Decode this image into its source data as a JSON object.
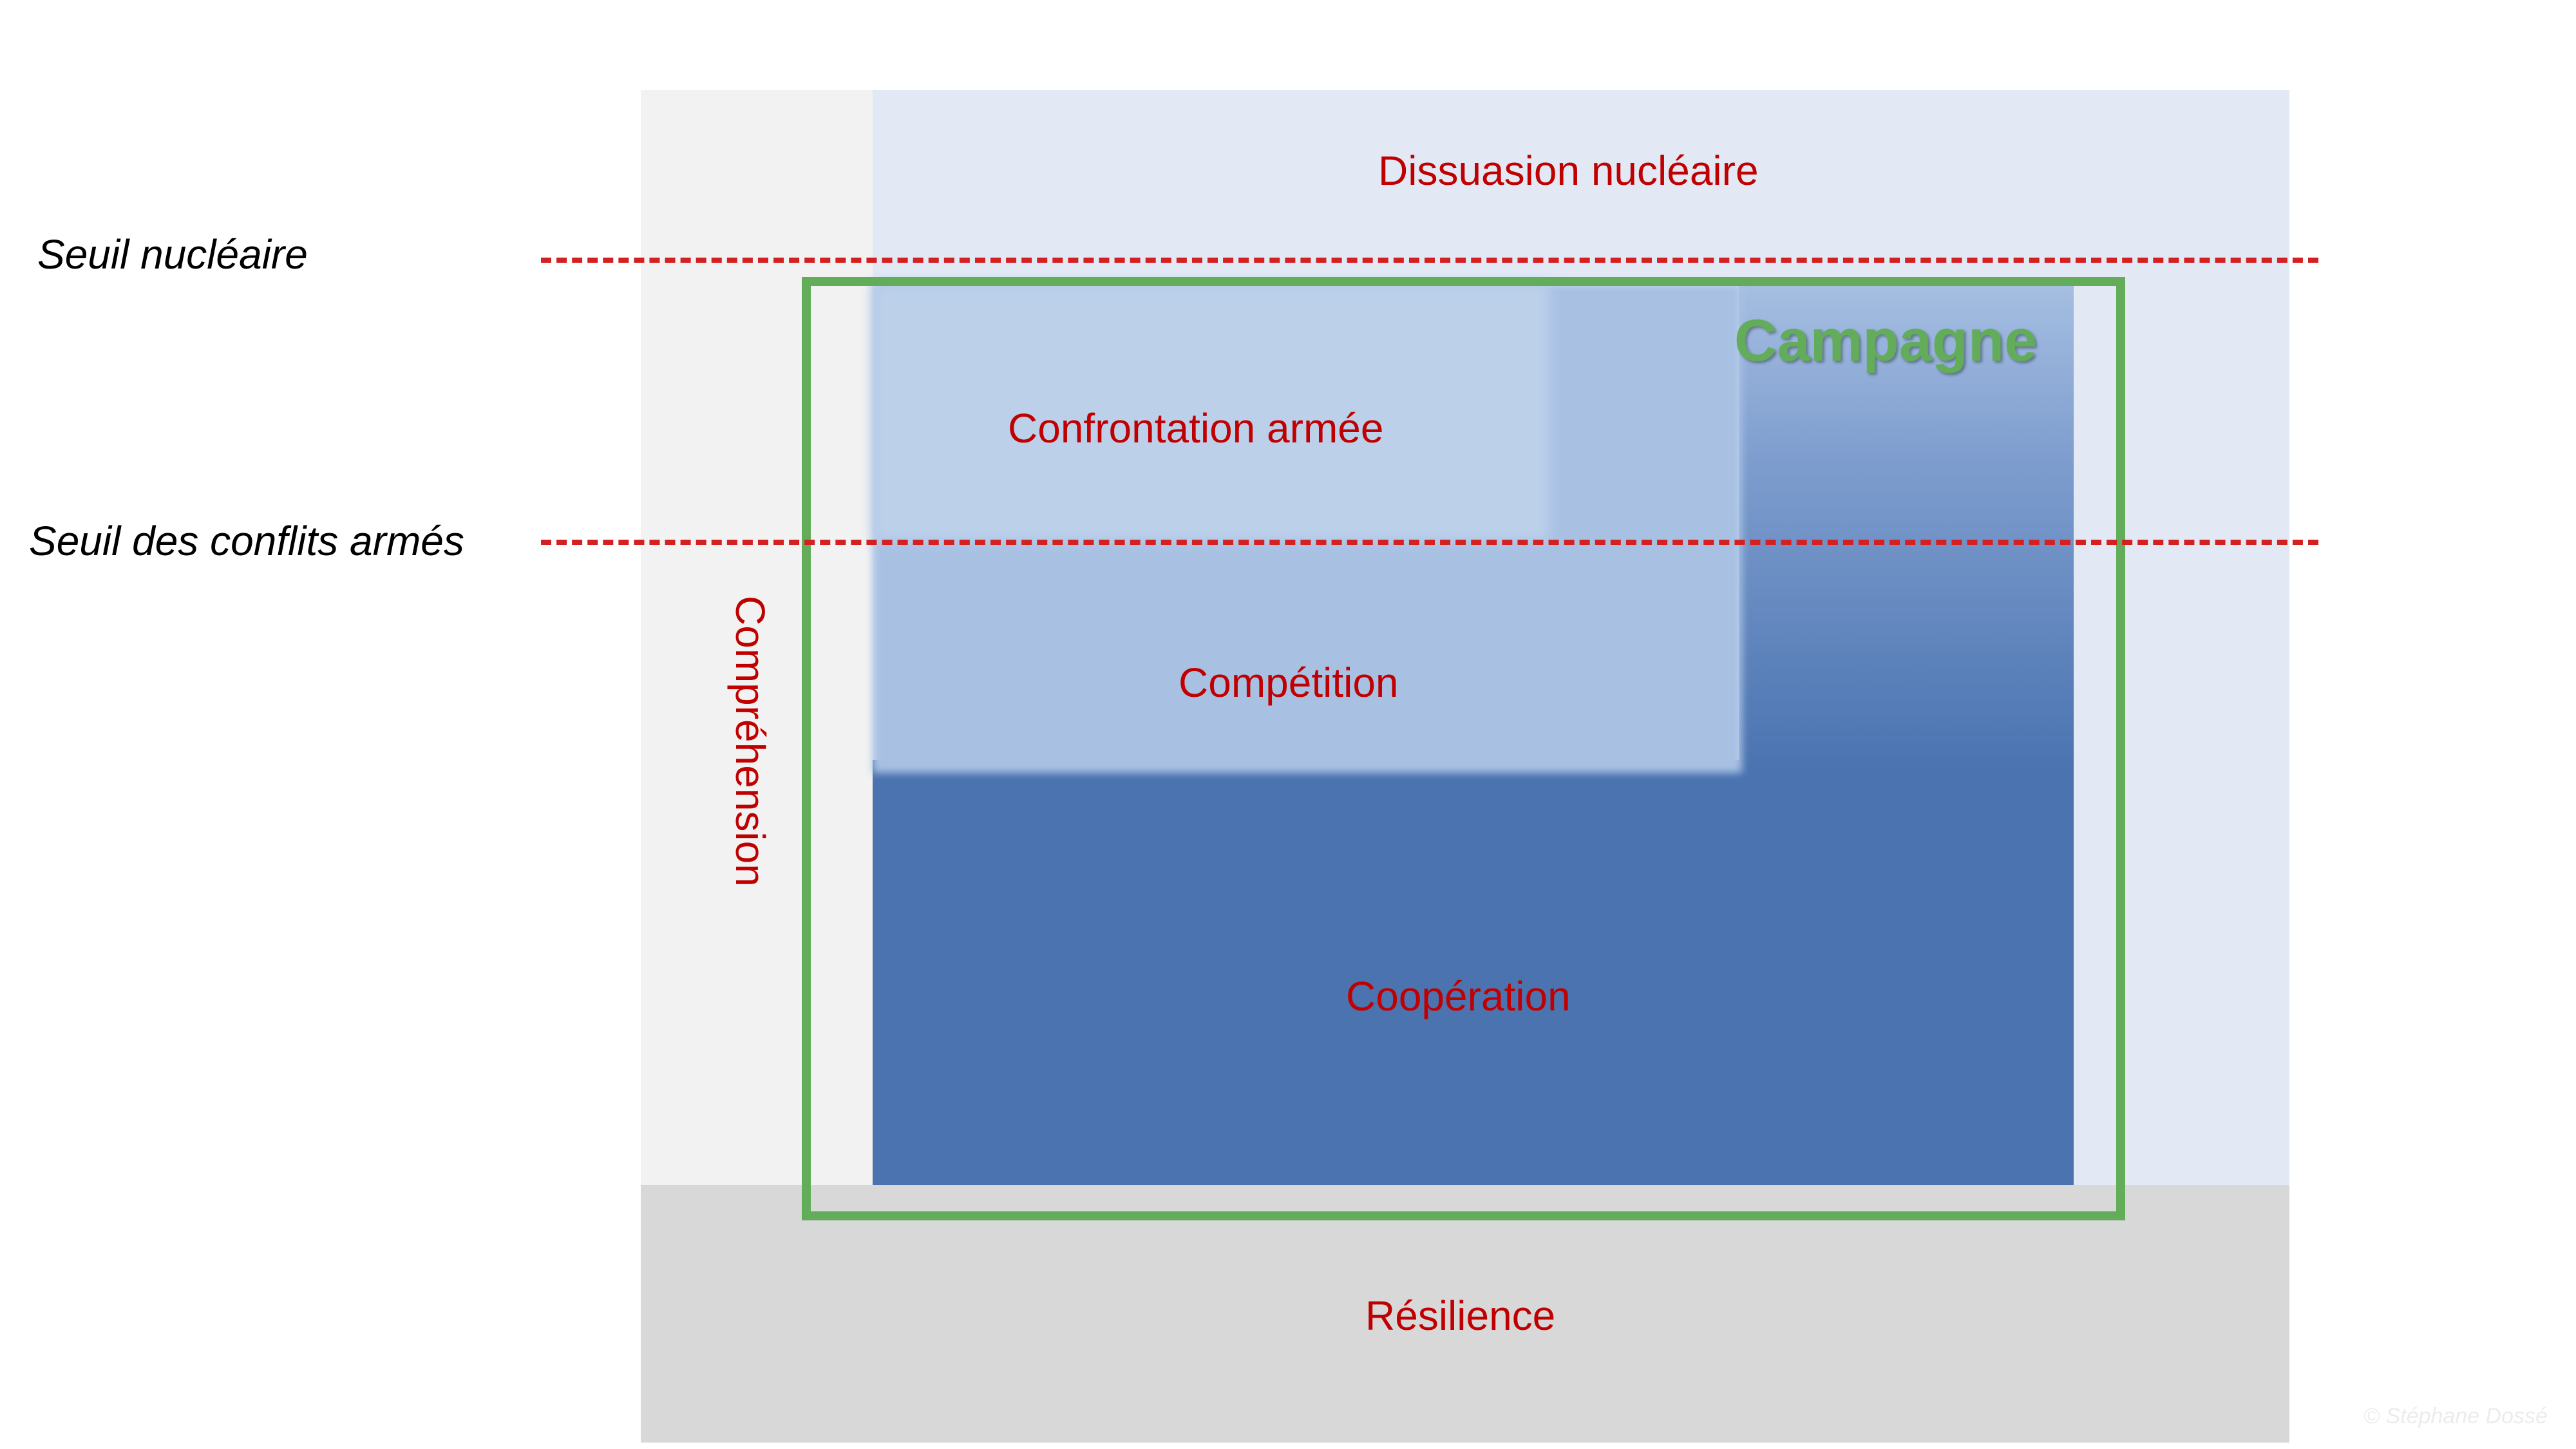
{
  "zones": {
    "deterrence": "Dissuasion nucléaire",
    "confrontation": "Confrontation armée",
    "competition": "Compétition",
    "cooperation": "Coopération",
    "resilience": "Résilience",
    "comprehension": "Compréhension",
    "campaign": "Campagne"
  },
  "thresholds": {
    "nuclear": "Seuil nucléaire",
    "armed_conflict": "Seuil des conflits armés"
  },
  "copyright": "© Stéphane Dossé",
  "colors": {
    "zone_label": "#c00000",
    "threshold_line": "#d42020",
    "campaign": "#63ad5a",
    "cooperation": "#4a73b0",
    "deterrence": "#e2e9f5",
    "resilience": "#d8d8d8"
  }
}
